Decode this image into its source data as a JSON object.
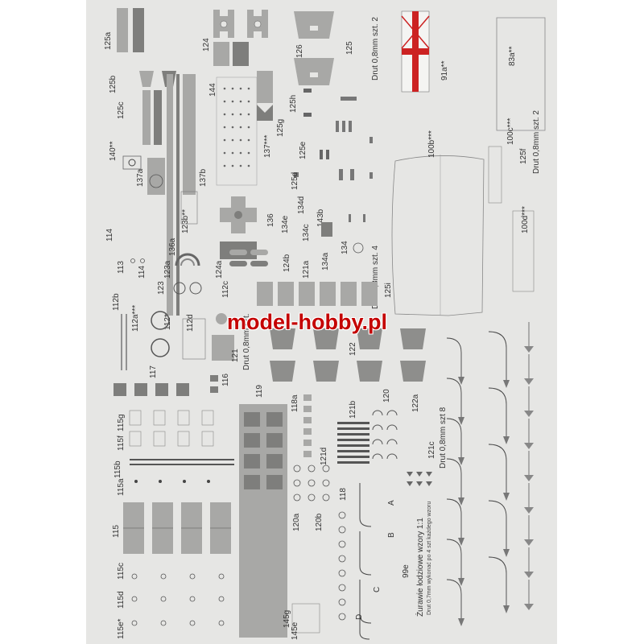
{
  "watermark": "model-hobby.pl",
  "labels": {
    "p125a": "125a",
    "p124": "124",
    "p126": "126",
    "p125": "125",
    "wire2a": "Drut 0,8mm szt. 2",
    "p91a": "91a**",
    "p83a": "83a**",
    "p125b": "125b",
    "p125c": "125c",
    "p144": "144",
    "p125h": "125h",
    "p125g": "125g",
    "p140": "140**",
    "p137a": "137a",
    "p137b": "137b",
    "p137": "137***",
    "p125e": "125e",
    "p125d": "125d",
    "p100b": "100b***",
    "p100c": "100c***",
    "wire2b": "Drut 0,8mm szt. 2",
    "p125f": "125f",
    "p100d": "100d***",
    "p123b": "123b**",
    "p136a": "136a",
    "p136": "136",
    "p134e": "134e",
    "p134d": "134d",
    "p134c": "134c",
    "p143b": "143b",
    "p114a": "114",
    "p113": "113",
    "p114b": "114",
    "p123a": "123a",
    "p123": "123",
    "p124a": "124a",
    "p124b": "124b",
    "p121a": "121a",
    "p134a": "134a",
    "p134": "134",
    "wire4": "Drut 0,8mm szt. 4",
    "p125i": "125i",
    "p112b": "112b",
    "p112a": "112a***",
    "p112": "112*",
    "p112d": "112d",
    "p112c": "112c",
    "p121": "121",
    "wire121": "Drut 0,8mm szt.",
    "p122": "122",
    "p117": "117",
    "p116": "116",
    "p119": "119",
    "p118a": "118a",
    "p121b": "121b",
    "p120": "120",
    "p122a": "122a",
    "p115g": "115g",
    "p115f": "115f",
    "p121d": "121d",
    "p121c": "121c",
    "wire8": "Drut 0,8mm szt 8",
    "p115b": "115b",
    "p115a": "115a",
    "p118": "118",
    "pA": "A",
    "p115": "115",
    "p120a": "120a",
    "p120b": "120b",
    "pB": "B",
    "title1": "Żurawie łodziowe wzory 1:1",
    "title2": "Drut 0,7mm wykonać po 4 szt każdego wzoru",
    "p99e": "99e",
    "pC": "C",
    "pD": "D",
    "p115c": "115c",
    "p115d": "115d",
    "p115e": "115e*",
    "p145g": "145g",
    "p145e": "145e"
  },
  "colors": {
    "sheet": "#e6e6e4",
    "part": "#a8a8a6",
    "partDark": "#7e7e7c",
    "stroke": "#555555",
    "cross": "#cc2222",
    "watermark": "#c40000"
  }
}
